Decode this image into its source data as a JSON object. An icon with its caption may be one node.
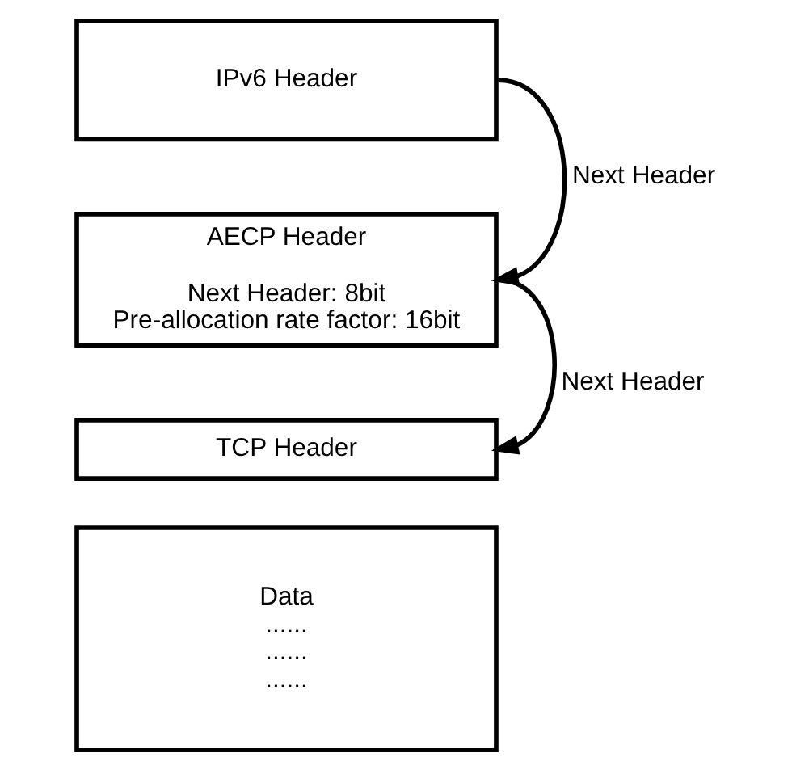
{
  "diagram": {
    "nodes": [
      {
        "text": [
          "IPv6 Header"
        ]
      },
      {
        "text": [
          "AECP Header",
          "Next Header: 8bit",
          "Pre-allocation rate factor: 16bit"
        ]
      },
      {
        "text": [
          "TCP Header"
        ]
      },
      {
        "text": [
          "Data",
          "...... ...... ......"
        ]
      }
    ],
    "edges": [
      {
        "from": 0,
        "to": 1,
        "arrow": "to",
        "label": "Next Header"
      },
      {
        "from": 1,
        "to": 2,
        "arrow": "to",
        "label": "Next Header"
      }
    ]
  }
}
